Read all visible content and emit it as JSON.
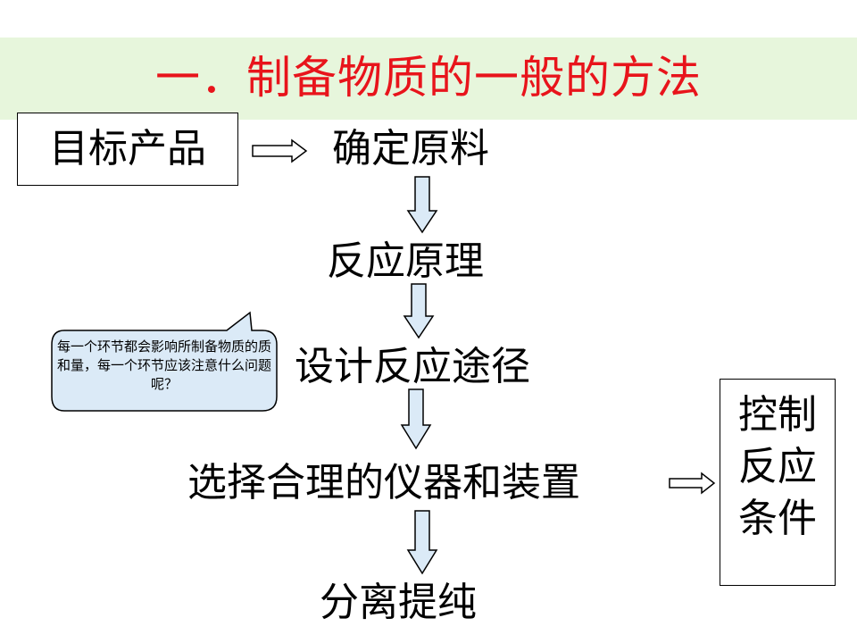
{
  "title": "一．制备物质的一般的方法",
  "target_box": "目标产品",
  "steps": {
    "raw_materials": "确定原料",
    "principle": "反应原理",
    "route": "设计反应途径",
    "apparatus": "选择合理的仪器和装置",
    "separation": "分离提纯"
  },
  "control_box": [
    "控制",
    "反应",
    "条件"
  ],
  "callout": "每一个环节都会影响所制备物质的质和量，每一个环节应该注意什么问题呢？",
  "colors": {
    "title": "#e8141b",
    "title_band": "#e7f6dc",
    "arrow_fill": "#dbeaf7",
    "callout_fill": "#dbeaf7"
  }
}
